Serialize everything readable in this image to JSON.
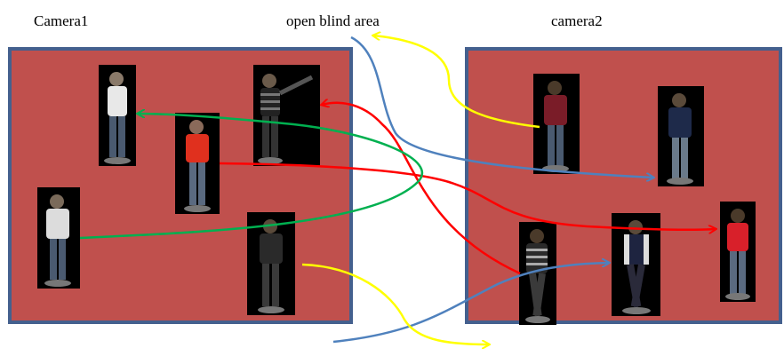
{
  "labels": {
    "camera1": "Camera1",
    "blind_area": "open blind area",
    "camera2": "camera2"
  },
  "colors": {
    "panel_fill": "#c0504d",
    "panel_border": "#44608e",
    "arrow_red": "#ff0000",
    "arrow_green": "#00b050",
    "arrow_blue": "#4f81bd",
    "arrow_yellow": "#ffff00"
  },
  "people": {
    "camera1": [
      "white-shirt-person",
      "waving-striped-person",
      "red-nike-shirt-person",
      "white-sweater-person",
      "dark-jacket-person"
    ],
    "camera2": [
      "maroon-jacket-person",
      "navy-jacket-person",
      "striped-shirt-walking-person",
      "varsity-jacket-person",
      "red-shirt-walking-person"
    ]
  },
  "trajectories": [
    "red-trajectory",
    "red-trajectory",
    "green-trajectory",
    "blue-trajectory",
    "blue-trajectory",
    "yellow-trajectory",
    "yellow-trajectory"
  ]
}
